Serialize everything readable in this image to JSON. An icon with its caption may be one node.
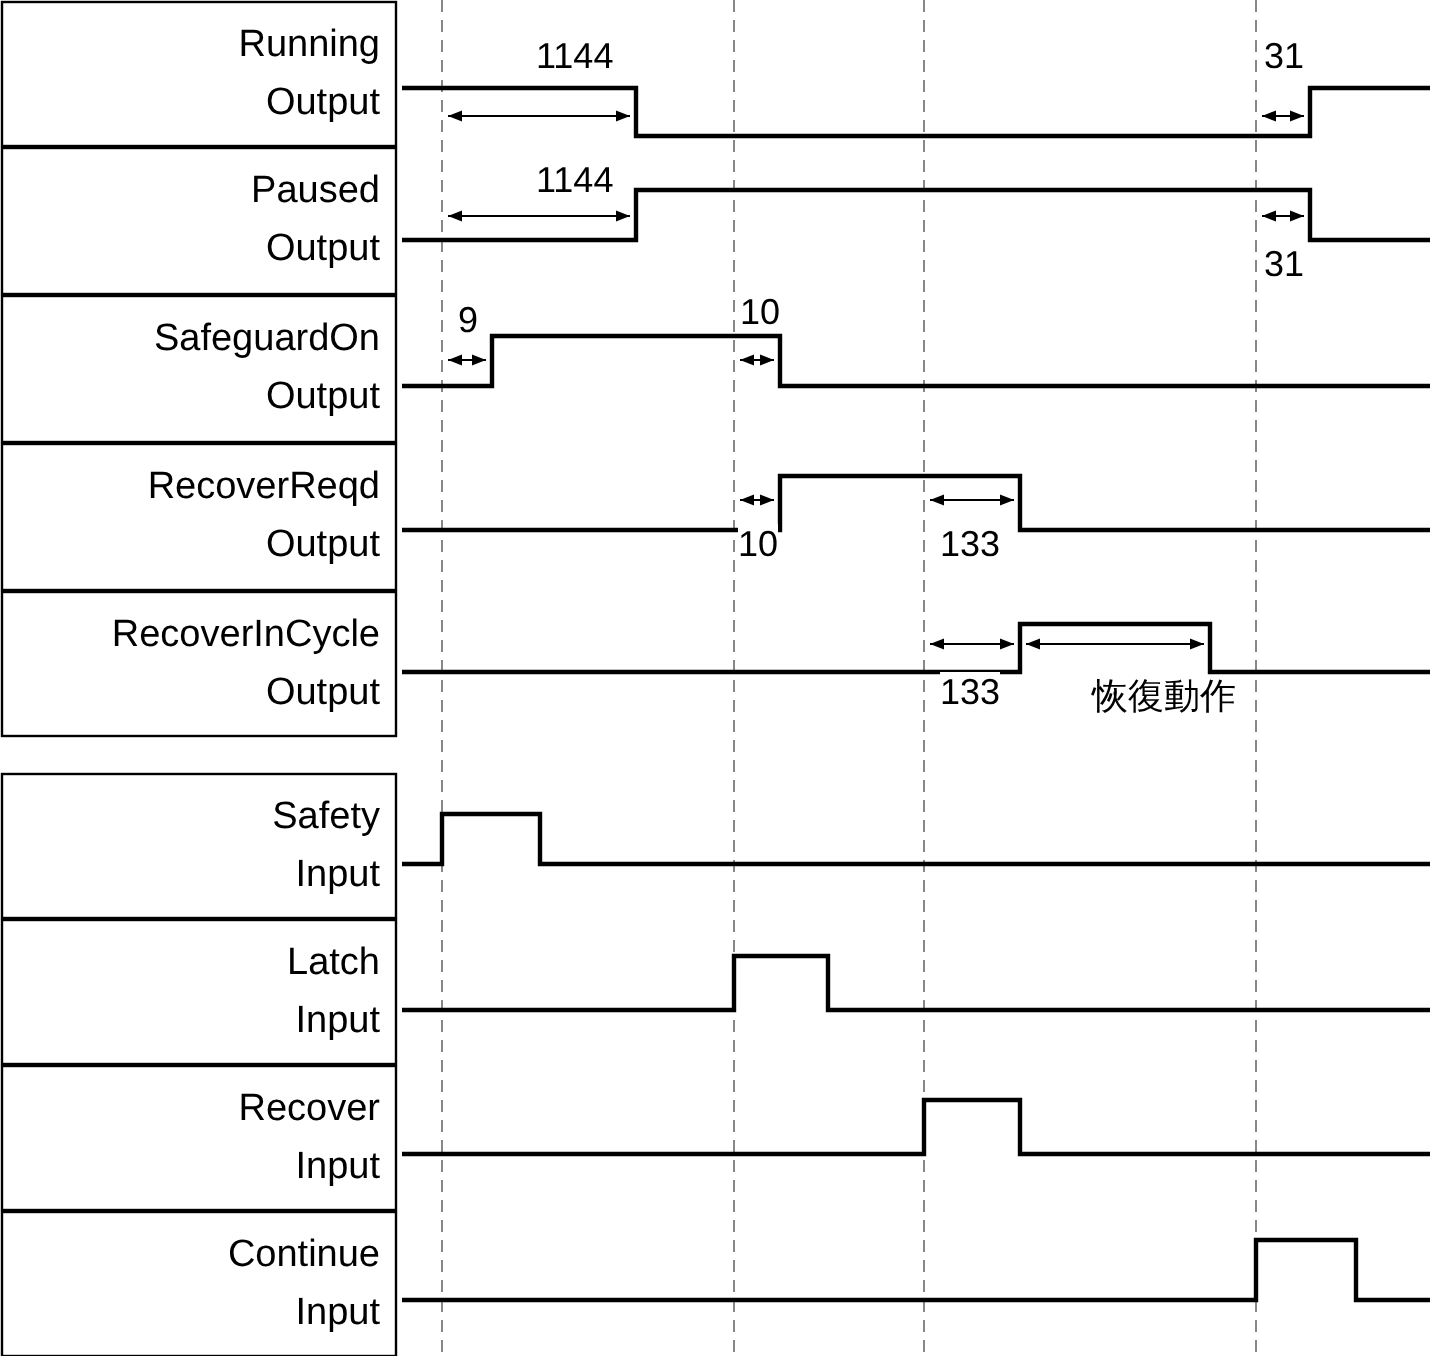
{
  "diagram": {
    "labels": [
      "Running Output",
      "1144",
      "31",
      "Paused Output",
      "1144",
      "31",
      "SafeguardOn Output",
      "9",
      "10",
      "RecoverReqd Output",
      "10",
      "133",
      "RecoverInCycle Output",
      "133",
      "恢復動作",
      "Safety Input",
      "Latch Input",
      "Recover Input",
      "Continue Input"
    ]
  }
}
